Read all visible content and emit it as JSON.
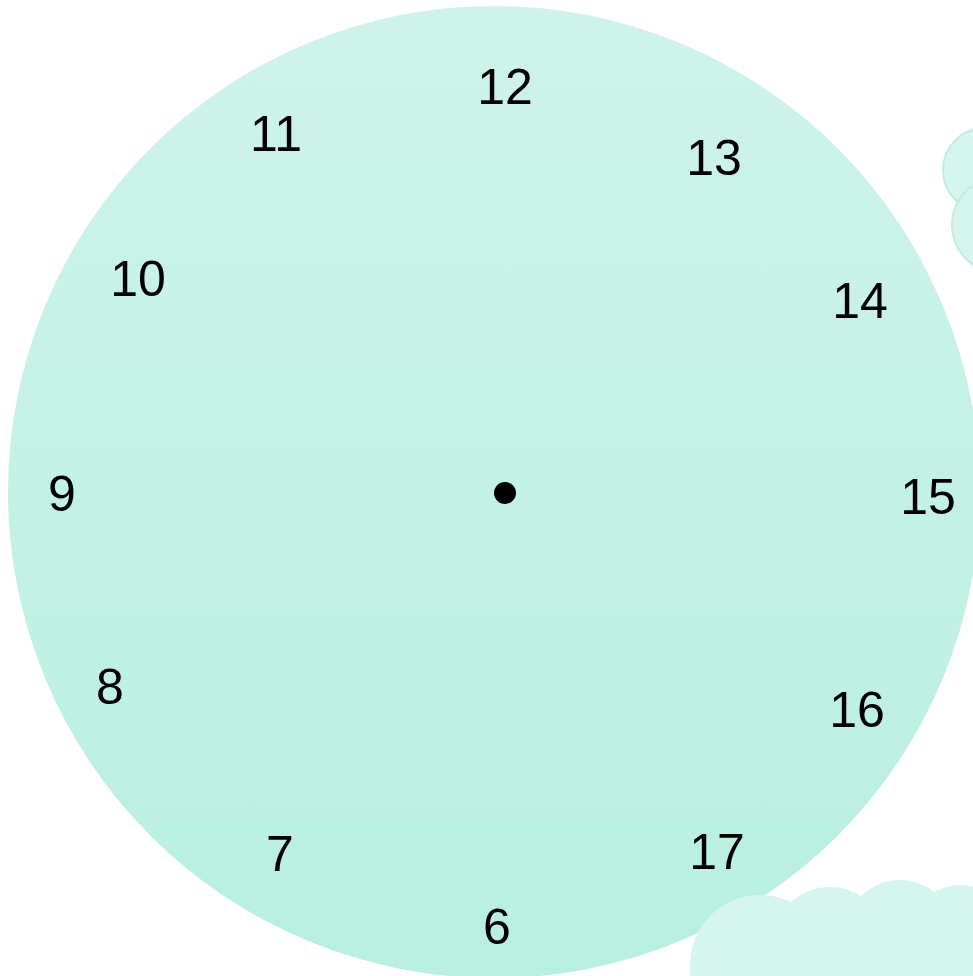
{
  "diagram": {
    "labels": [
      "12",
      "13",
      "14",
      "15",
      "16",
      "17",
      "6",
      "7",
      "8",
      "9",
      "10",
      "11"
    ]
  }
}
